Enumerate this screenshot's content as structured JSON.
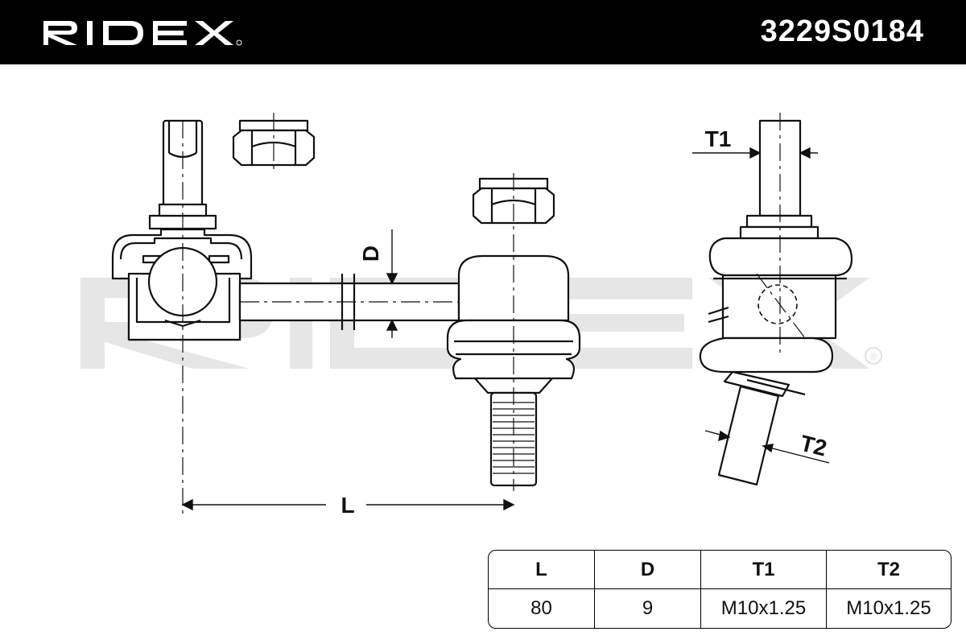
{
  "header": {
    "brand": "RIDEX",
    "part_number": "3229S0184",
    "background": "#000000",
    "text_color": "#ffffff"
  },
  "drawing": {
    "labels": {
      "d": "D",
      "l": "L",
      "t1": "T1",
      "t2": "T2"
    },
    "watermark": "RIDEX",
    "watermark_color": "#e6e6e6",
    "registered_mark": "®"
  },
  "spec_table": {
    "headers": [
      "L",
      "D",
      "T1",
      "T2"
    ],
    "values": [
      "80",
      "9",
      "M10x1.25",
      "M10x1.25"
    ]
  }
}
